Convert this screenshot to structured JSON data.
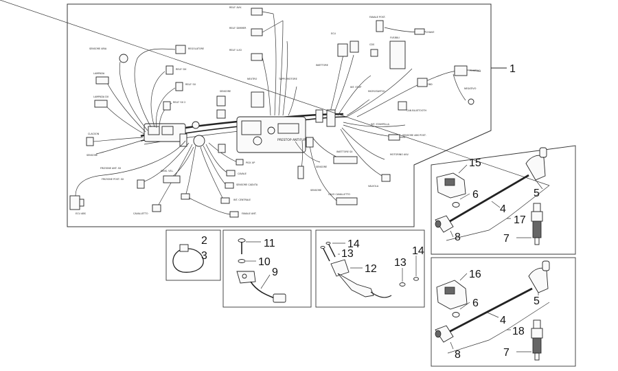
{
  "callouts": {
    "c1": "1",
    "c2": "2",
    "c3": "3",
    "c4a": "4",
    "c4b": "4",
    "c5a": "5",
    "c5b": "5",
    "c6a": "6",
    "c6b": "6",
    "c7a": "7",
    "c7b": "7",
    "c8a": "8",
    "c8b": "8",
    "c9": "9",
    "c10": "10",
    "c11": "11",
    "c12": "12",
    "c13a": "13",
    "c13b": "13",
    "c14a": "14",
    "c14b": "14",
    "c15": "15",
    "c16": "16",
    "c17": "17",
    "c18": "18"
  },
  "harness": {
    "center_label": "PRESTOP ANTIFURTO"
  },
  "colors": {
    "line": "#222222",
    "frame": "#333333",
    "background": "#ffffff"
  }
}
